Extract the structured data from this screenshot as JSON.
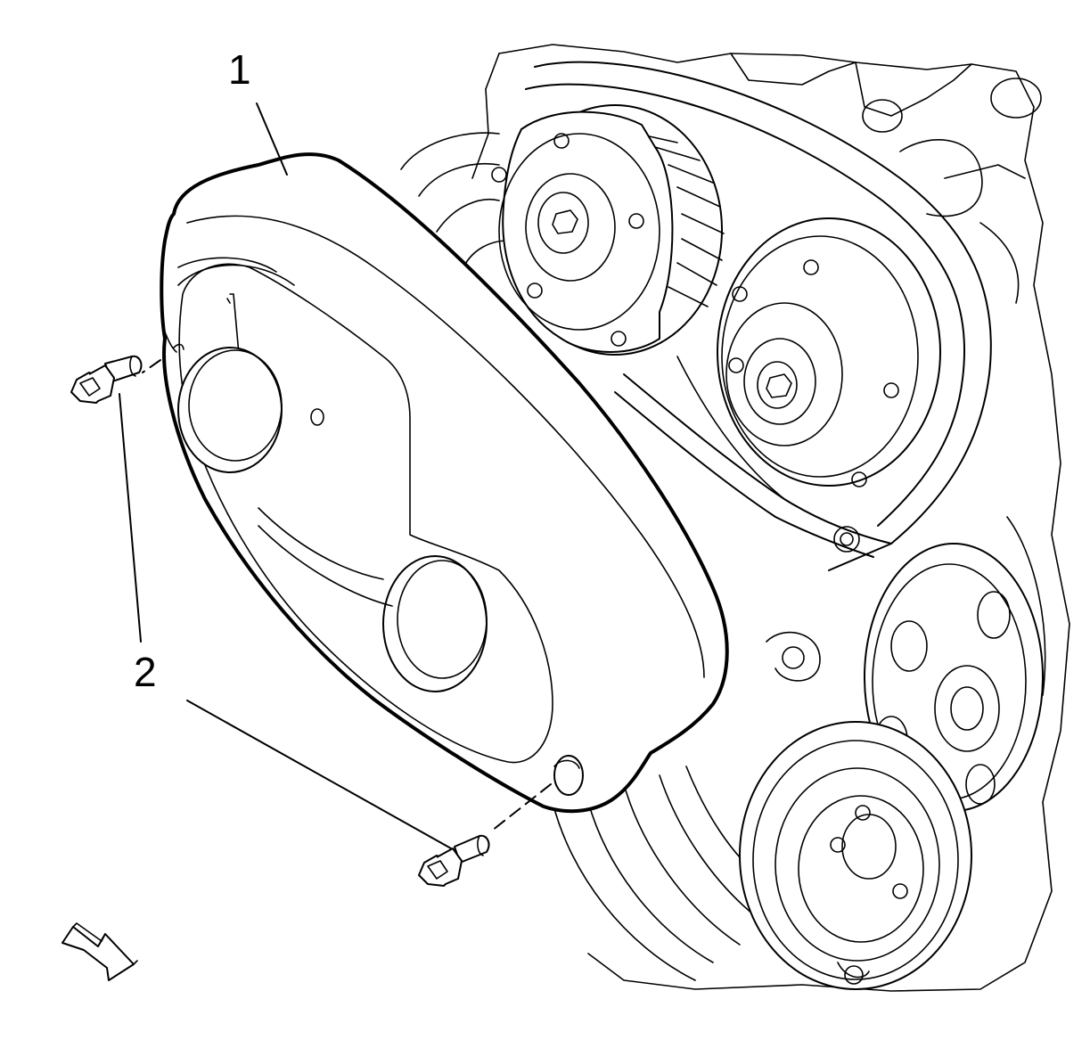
{
  "callouts": [
    {
      "id": "1",
      "label": "1"
    },
    {
      "id": "2",
      "label": "2"
    }
  ],
  "icons": {
    "view_direction": "view-direction-arrow-icon"
  },
  "colors": {
    "line": "#000000",
    "background": "#ffffff"
  }
}
